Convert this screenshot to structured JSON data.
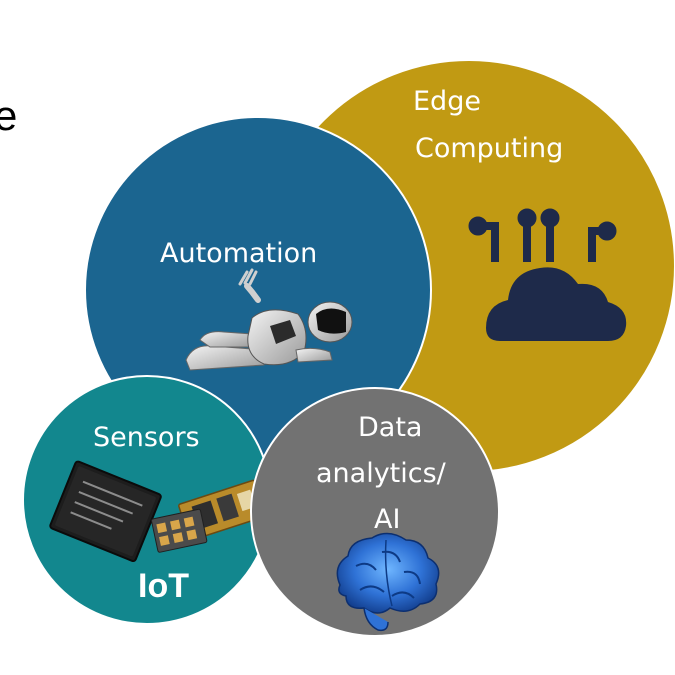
{
  "partial_text": "e",
  "circles": {
    "edge": {
      "label_line1": "Edge",
      "label_line2": "Computing",
      "icon": "cloud-circuit-icon",
      "color": "#C19A13"
    },
    "automation": {
      "label": "Automation",
      "icon": "robot-icon",
      "color": "#1B6590"
    },
    "sensors": {
      "label": "Sensors",
      "bottom_label": "IoT",
      "icon": "sensor-chips-icon",
      "color": "#12878E"
    },
    "data": {
      "label_line1": "Data",
      "label_line2": "analytics/",
      "label_line3": "AI",
      "icon": "brain-icon",
      "color": "#727272"
    }
  }
}
